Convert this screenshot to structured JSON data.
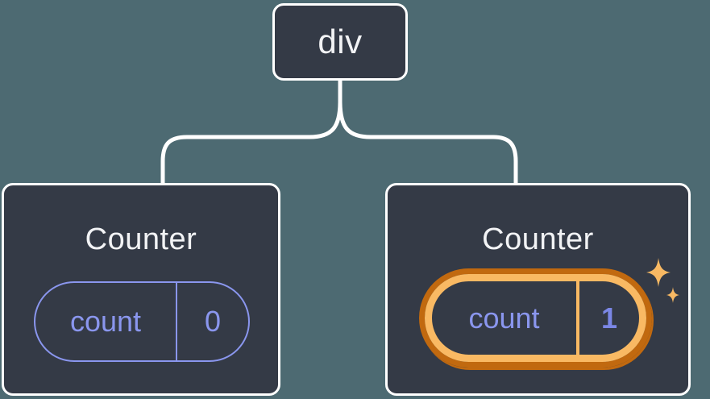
{
  "diagram": {
    "description": "React component tree with state",
    "root": {
      "label": "div"
    },
    "children": [
      {
        "title": "Counter",
        "state_key": "count",
        "state_value": "0",
        "highlighted": false
      },
      {
        "title": "Counter",
        "state_key": "count",
        "state_value": "1",
        "highlighted": true
      }
    ]
  },
  "icons": {
    "sparkles": "sparkles-icon"
  },
  "colors": {
    "background": "#4D6A72",
    "node_fill": "#343A46",
    "node_border": "#FFFFFF",
    "connector": "#FFFFFF",
    "state_accent": "#8A96EE",
    "state_value_bold": "#7B87E6",
    "highlight_outer": "#C1690F",
    "highlight_inner": "#F9B963",
    "title_text": "#F2F3F5"
  }
}
